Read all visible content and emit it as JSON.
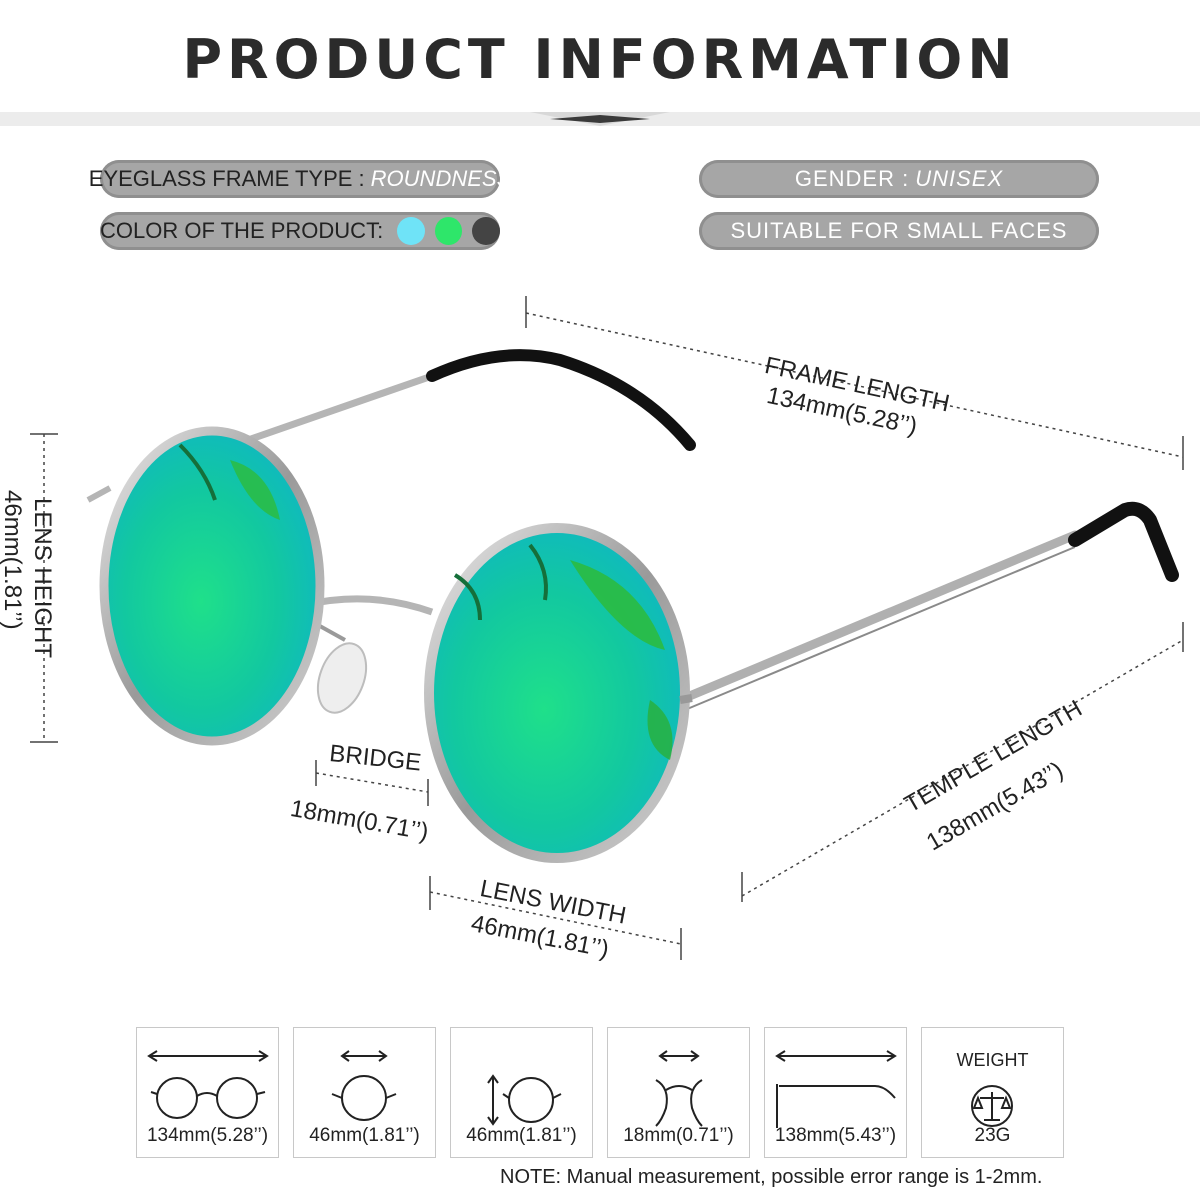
{
  "header": {
    "title": "PRODUCT INFORMATION"
  },
  "specs": {
    "frame_type_label": "EYEGLASS FRAME TYPE :",
    "frame_type_value": "ROUNDNESS",
    "color_label": "COLOR OF THE PRODUCT:",
    "colors": [
      "#6fe3f7",
      "#2ee66a",
      "#444444"
    ],
    "gender_label": "GENDER :",
    "gender_value": "UNISEX",
    "fit": "SUITABLE FOR SMALL FACES"
  },
  "dimensions": {
    "frame_length_label": "FRAME LENGTH",
    "frame_length_value": "134mm(5.28’’)",
    "lens_height_label": "LENS HEIGHT",
    "lens_height_value": "46mm(1.81’’)",
    "bridge_label": "BRIDGE",
    "bridge_value": "18mm(0.71’’)",
    "lens_width_label": "LENS WIDTH",
    "lens_width_value": "46mm(1.81’’)",
    "temple_length_label": "TEMPLE LENGTH",
    "temple_length_value": "138mm(5.43’’)"
  },
  "icon_boxes": [
    {
      "icon": "frame-length-icon",
      "caption": "134mm(5.28’’)"
    },
    {
      "icon": "lens-width-icon",
      "caption": "46mm(1.81’’)"
    },
    {
      "icon": "lens-height-icon",
      "caption": "46mm(1.81’’)"
    },
    {
      "icon": "bridge-icon",
      "caption": "18mm(0.71’’)"
    },
    {
      "icon": "temple-length-icon",
      "caption": "138mm(5.43’’)"
    },
    {
      "icon": "weight-scale-icon",
      "label": "WEIGHT",
      "caption": "23G"
    }
  ],
  "note": "NOTE: Manual measurement, possible error range is 1-2mm."
}
